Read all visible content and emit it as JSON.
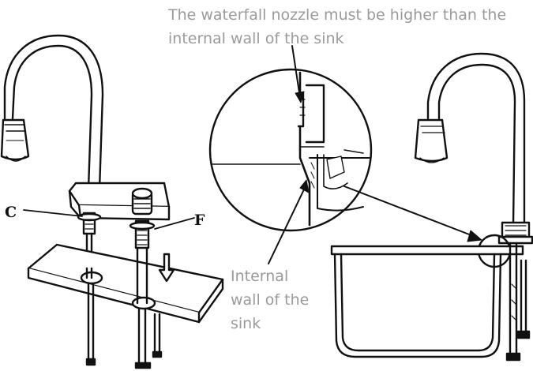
{
  "notes": {
    "nozzle_height": "The waterfall nozzle must be higher than the internal wall of the sink",
    "internal_wall": "Internal wall of the sink"
  },
  "callouts": {
    "c": "C",
    "f": "F"
  },
  "colors": {
    "line": "#111111",
    "note_text": "#9a9a9a"
  }
}
